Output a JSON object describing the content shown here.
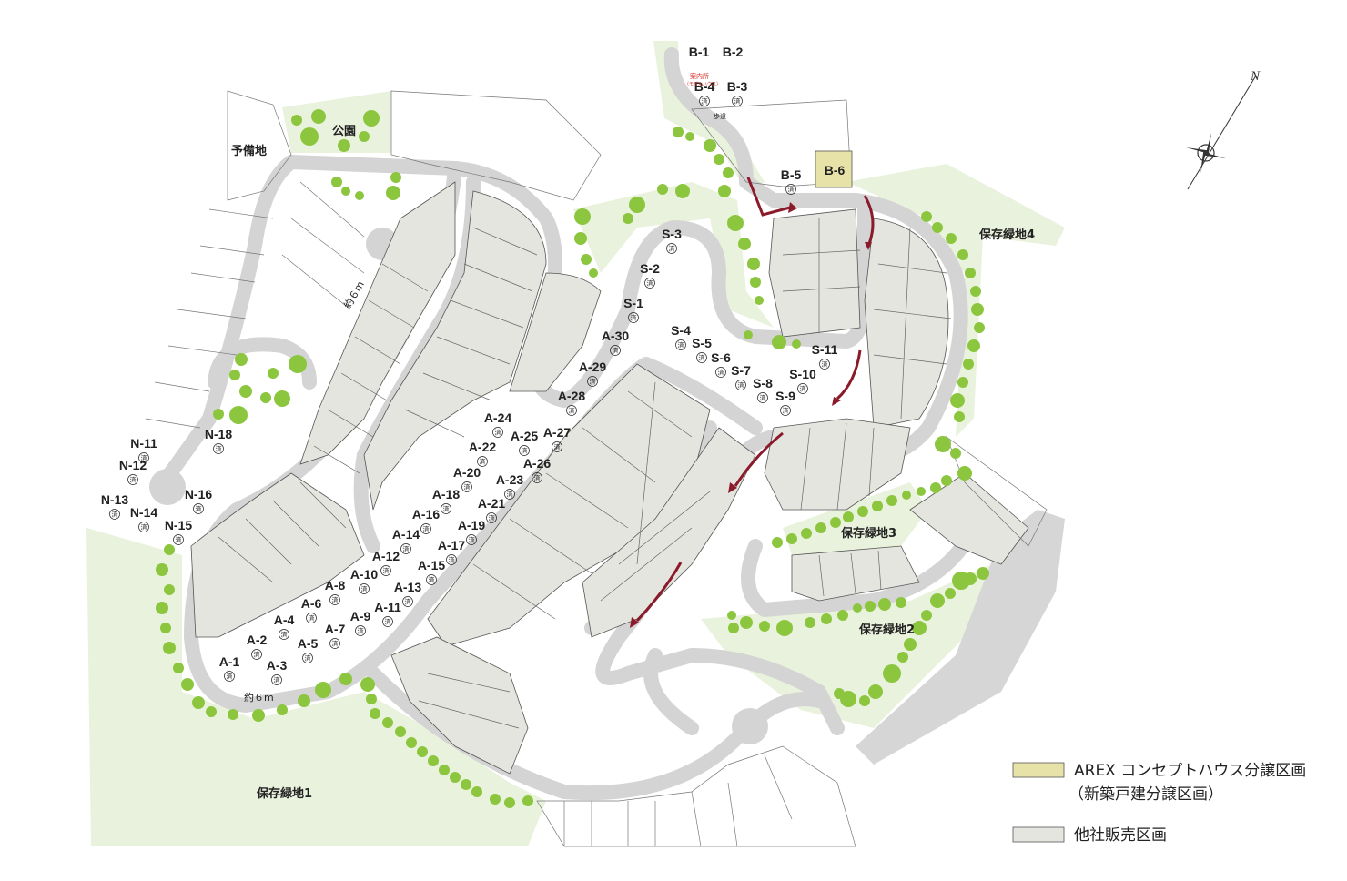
{
  "sold_mark": "済",
  "areas": {
    "park": "公園",
    "reserve": "予備地",
    "green1": "保存緑地1",
    "green2": "保存緑地2",
    "green3": "保存緑地3",
    "green4": "保存緑地4"
  },
  "dimension": "約６m",
  "b1_sub": "案内所",
  "b1_sub2": "（モデルハウス）",
  "road_note": "歩道",
  "legend": {
    "arex_line1": "AREX コンセプトハウス分譲区画",
    "arex_line2": "（新築戸建分譲区画）",
    "other": "他社販売区画",
    "arex_color": "#e7e3a8",
    "other_color": "#e5e5e0"
  },
  "compass": {
    "north": "N"
  },
  "colors": {
    "green": "#e9f2dc",
    "tree": "#8cc63f",
    "road": "#d4d4d4",
    "lot_other": "#e5e5e0",
    "arrow": "#8b1a2b"
  },
  "lots": [
    {
      "id": "B-1",
      "sold": false
    },
    {
      "id": "B-2",
      "sold": false
    },
    {
      "id": "B-4",
      "sold": true
    },
    {
      "id": "B-3",
      "sold": true
    },
    {
      "id": "B-5",
      "sold": true
    },
    {
      "id": "B-6",
      "sold": false,
      "arex": true
    },
    {
      "id": "S-3",
      "sold": true
    },
    {
      "id": "S-2",
      "sold": true
    },
    {
      "id": "S-1",
      "sold": true
    },
    {
      "id": "S-4",
      "sold": true
    },
    {
      "id": "S-5",
      "sold": true
    },
    {
      "id": "S-6",
      "sold": true
    },
    {
      "id": "S-7",
      "sold": true
    },
    {
      "id": "S-8",
      "sold": true
    },
    {
      "id": "S-9",
      "sold": true
    },
    {
      "id": "S-10",
      "sold": true
    },
    {
      "id": "S-11",
      "sold": true
    },
    {
      "id": "A-30",
      "sold": true
    },
    {
      "id": "A-29",
      "sold": true
    },
    {
      "id": "A-28",
      "sold": true
    },
    {
      "id": "A-27",
      "sold": true
    },
    {
      "id": "A-24",
      "sold": true
    },
    {
      "id": "A-25",
      "sold": true
    },
    {
      "id": "A-22",
      "sold": true
    },
    {
      "id": "A-26",
      "sold": true
    },
    {
      "id": "A-20",
      "sold": true
    },
    {
      "id": "A-23",
      "sold": true
    },
    {
      "id": "A-18",
      "sold": true
    },
    {
      "id": "A-21",
      "sold": true
    },
    {
      "id": "A-16",
      "sold": true
    },
    {
      "id": "A-19",
      "sold": true
    },
    {
      "id": "A-14",
      "sold": true
    },
    {
      "id": "A-17",
      "sold": true
    },
    {
      "id": "A-12",
      "sold": true
    },
    {
      "id": "A-15",
      "sold": true
    },
    {
      "id": "A-10",
      "sold": true
    },
    {
      "id": "A-13",
      "sold": true
    },
    {
      "id": "A-8",
      "sold": true
    },
    {
      "id": "A-11",
      "sold": true
    },
    {
      "id": "A-6",
      "sold": true
    },
    {
      "id": "A-9",
      "sold": true
    },
    {
      "id": "A-4",
      "sold": true
    },
    {
      "id": "A-7",
      "sold": true
    },
    {
      "id": "A-2",
      "sold": true
    },
    {
      "id": "A-5",
      "sold": true
    },
    {
      "id": "A-1",
      "sold": true
    },
    {
      "id": "A-3",
      "sold": true
    },
    {
      "id": "N-18",
      "sold": true
    },
    {
      "id": "N-11",
      "sold": true
    },
    {
      "id": "N-12",
      "sold": true
    },
    {
      "id": "N-16",
      "sold": true
    },
    {
      "id": "N-13",
      "sold": true
    },
    {
      "id": "N-14",
      "sold": true
    },
    {
      "id": "N-15",
      "sold": true
    }
  ]
}
